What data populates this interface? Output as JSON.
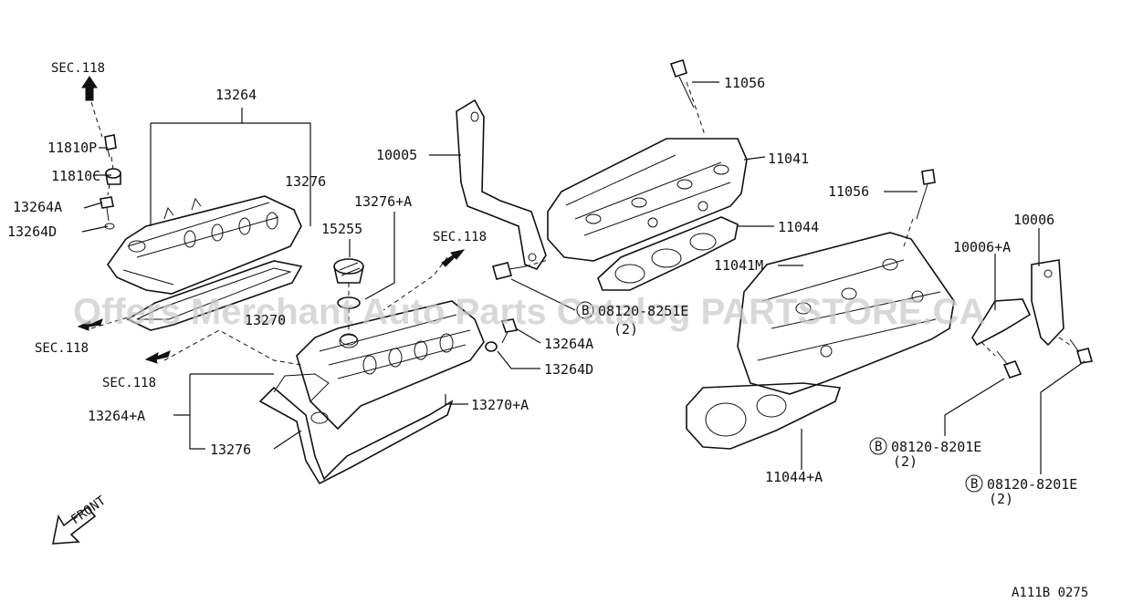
{
  "diagram_id": "A111B 0275",
  "watermark": "Offers Merchant Auto Parts Catalog PARTSTORE.CA",
  "front_label": "FRONT",
  "sec_refs": [
    "SEC.118",
    "SEC.118",
    "SEC.118",
    "SEC.118"
  ],
  "parts": {
    "p13264": "13264",
    "p13276_top": "13276",
    "p11810P": "11810P",
    "p11810C": "11810C",
    "p13264A_left": "13264A",
    "p13264D_left": "13264D",
    "p13270": "13270",
    "p13276A": "13276+A",
    "p15255": "15255",
    "p10005": "10005",
    "p11056_top": "11056",
    "p11041": "11041",
    "p11044": "11044",
    "p11056_right": "11056",
    "p10006": "10006",
    "p10006A": "10006+A",
    "p11041M": "11041M",
    "p13264A_mid": "13264A",
    "p13264D_mid": "13264D",
    "p13264plusA": "13264+A",
    "p13270A": "13270+A",
    "p13276_bottom": "13276",
    "p11044A": "11044+A",
    "bolt_mid": "08120-8251E",
    "bolt_right1": "08120-8201E",
    "bolt_right1_qty": "(2)",
    "bolt_right2": "08120-8201E",
    "bolt_right2_qty": "(2)",
    "bolt_mid_qty": "(2)",
    "bolt_prefix": "B"
  }
}
